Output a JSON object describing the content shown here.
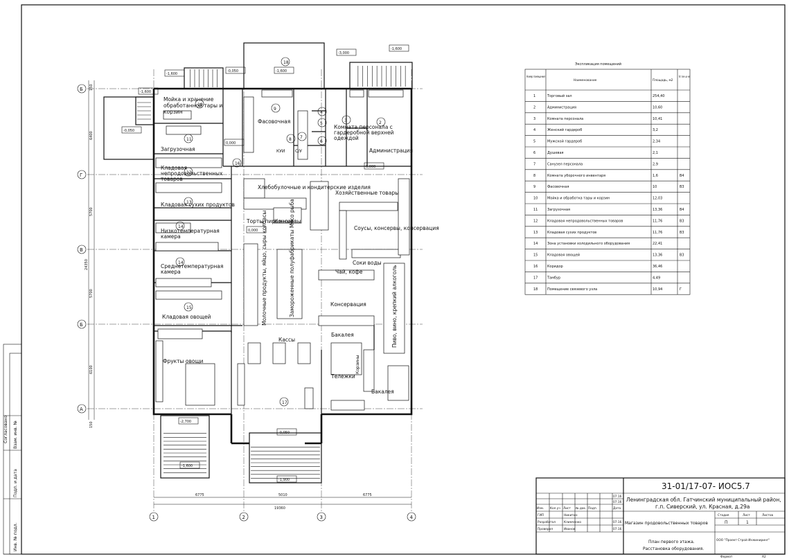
{
  "sheet": {
    "code": "31-01/17-07- ИОС5.7",
    "address_line1": "Ленинградская обл. Гатчинский муниципальный район,",
    "address_line2": "г.п. Сиверский, ул. Красная, д.29а",
    "object": "Магазин продовольственных товаров",
    "drawing_line1": "План первого этажа.",
    "drawing_line2": "Расстановка оборудования.",
    "company": "ООО \"Проект Строй Инжиниринг\"",
    "stage_header": "Стадия",
    "sheet_header": "Лист",
    "sheets_header": "Листов",
    "stage": "П",
    "sheet_no": "1",
    "format_label": "Формат",
    "format": "А2",
    "sign_headers": [
      "Изм.",
      "Кол.уч",
      "Лист",
      "№ док.",
      "Подп.",
      "Дата"
    ],
    "roles": [
      {
        "role": "ГИП",
        "name": "Никитин",
        "date": ""
      },
      {
        "role": "Разработал",
        "name": "Климченко",
        "date": "07.16"
      },
      {
        "role": "Проверил",
        "name": "Иванов",
        "date": "07.16"
      }
    ],
    "top_dates": [
      "07.16",
      "07.16"
    ],
    "side_stamp": [
      "Инв. № подл.",
      "Подп. и дата",
      "Взам. инв. №",
      "Согласовано"
    ]
  },
  "legend": {
    "title": "Экспликация помещений",
    "headers": [
      "Номер помещения",
      "Наименование",
      "Площадь, м2",
      "Кат. поме- ще- ния"
    ],
    "rows": [
      {
        "n": "1",
        "name": "Торговый зал",
        "area": "254,40",
        "cat": ""
      },
      {
        "n": "2",
        "name": "Администрация",
        "area": "10,60",
        "cat": ""
      },
      {
        "n": "3",
        "name": "Комната персонала",
        "area": "10,41",
        "cat": ""
      },
      {
        "n": "4",
        "name": "Женский гардероб",
        "area": "3,2",
        "cat": ""
      },
      {
        "n": "5",
        "name": "Мужской гардероб",
        "area": "2,34",
        "cat": ""
      },
      {
        "n": "6",
        "name": "Душевая",
        "area": "2,1",
        "cat": ""
      },
      {
        "n": "7",
        "name": "Санузел персонала",
        "area": "2,9",
        "cat": ""
      },
      {
        "n": "8",
        "name": "Комната уборочного инвентаря",
        "area": "1,6",
        "cat": "В4"
      },
      {
        "n": "9",
        "name": "Фасовочная",
        "area": "10",
        "cat": "В3"
      },
      {
        "n": "10",
        "name": "Мойка и обработка тары и корзин",
        "area": "12,03",
        "cat": ""
      },
      {
        "n": "11",
        "name": "Загрузочная",
        "area": "13,36",
        "cat": "В4"
      },
      {
        "n": "12",
        "name": "Кладовая непродовольственных товаров",
        "area": "11,76",
        "cat": "В3"
      },
      {
        "n": "13",
        "name": "Кладовая сухих продуктов",
        "area": "11,76",
        "cat": "В3"
      },
      {
        "n": "14",
        "name": "Зона установки холодильного оборудования",
        "area": "22,41",
        "cat": ""
      },
      {
        "n": "15",
        "name": "Кладовая овощей",
        "area": "13,36",
        "cat": "В3"
      },
      {
        "n": "16",
        "name": "Коридор",
        "area": "36,46",
        "cat": ""
      },
      {
        "n": "17",
        "name": "Тамбур",
        "area": "4,49",
        "cat": ""
      },
      {
        "n": "18",
        "name": "Помещение связевого узла",
        "area": "10,94",
        "cat": "Г"
      }
    ]
  },
  "plan": {
    "axes_v": [
      "1",
      "2",
      "3",
      "4"
    ],
    "axes_h": [
      "Б",
      "Г",
      "В",
      "Б",
      "А"
    ],
    "dims_bottom": [
      "6775",
      "5010",
      "6775"
    ],
    "dim_total": "19360",
    "dims_left": [
      "150",
      "6400",
      "5700",
      "5700",
      "6100",
      "150"
    ],
    "dim_left_total": "24350",
    "levels": [
      "-1,600",
      "-0,050",
      "-1,600",
      "-3,000",
      "-1,600",
      "-1,600",
      "-0,050",
      "0,000",
      "0,000",
      "0,000",
      "-2,700",
      "-1,600",
      "-0,050",
      "-1,900"
    ],
    "rooms": [
      {
        "no": "10",
        "label": "Мойка и хранение обработанной тары и корзин"
      },
      {
        "no": "11",
        "label": "Загрузочная"
      },
      {
        "no": "12",
        "label": "Кладовая непродовольственных товаров"
      },
      {
        "no": "13",
        "label": "Кладовая сухих продуктов"
      },
      {
        "no": "14",
        "label": "Низкотемпературная камера"
      },
      {
        "no": "14",
        "label": "Среднетемпературная камера"
      },
      {
        "no": "15",
        "label": "Кладовая овощей"
      },
      {
        "no": "9",
        "label": "Фасовочная"
      },
      {
        "no": "3",
        "label": "Комната персонала с гардеробной верхней одеждой"
      },
      {
        "no": "2",
        "label": "Администрация"
      },
      {
        "no": "16",
        "label": ""
      },
      {
        "no": "17",
        "label": ""
      },
      {
        "no": "18",
        "label": ""
      },
      {
        "no": "4",
        "label": ""
      },
      {
        "no": "5",
        "label": ""
      },
      {
        "no": "6",
        "label": ""
      },
      {
        "no": "7",
        "label": ""
      },
      {
        "no": "8",
        "label": ""
      }
    ],
    "short_labels": [
      "КУИ",
      "С/У"
    ],
    "zones": [
      "Хлебобулочные и кондитерские изделия",
      "Хозяйственные товары",
      "Торты пирожные",
      "Консервы",
      "Соусы, консервы, консервация",
      "Соки воды",
      "Чай, кофе",
      "Консервация",
      "Молочные продукты, яйцо, сыры колбасы",
      "Замороженные полуфабрикаты Мясо рыба",
      "Пиво, вино, крепкий алкоголь",
      "Бакалея",
      "Кассы",
      "Фрукты овощи",
      "Тележки",
      "Корзины",
      "Бакалея"
    ]
  }
}
